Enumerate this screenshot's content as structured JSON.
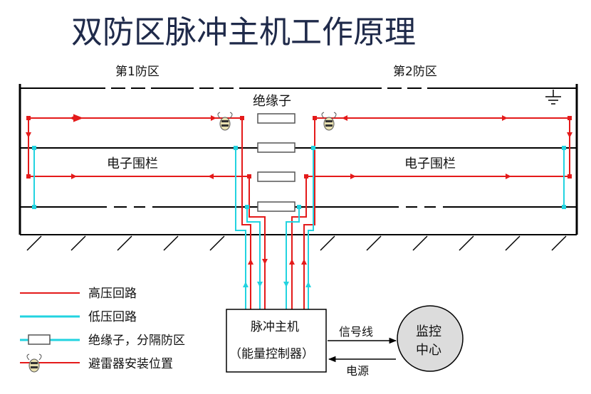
{
  "title": "双防区脉冲主机工作原理",
  "zones": {
    "zone1": "第1防区",
    "zone2": "第2防区"
  },
  "labels": {
    "insulator": "绝缘子",
    "fence_left": "电子围栏",
    "fence_right": "电子围栏"
  },
  "host": {
    "line1": "脉冲主机",
    "line2": "（能量控制器）"
  },
  "center": {
    "line1": "监控",
    "line2": "中心"
  },
  "connections": {
    "signal": "信号线",
    "power": "电源"
  },
  "legend": [
    {
      "type": "high-voltage",
      "label": "高压回路"
    },
    {
      "type": "low-voltage",
      "label": "低压回路"
    },
    {
      "type": "insulator",
      "label": "绝缘子，分隔防区"
    },
    {
      "type": "arrester",
      "label": "避雷器安装位置"
    }
  ],
  "colors": {
    "high": "#e41a1a",
    "low": "#22d3e0",
    "wire": "#000000",
    "title": "#1f2a4a"
  },
  "icons": {
    "ground": "ground-icon",
    "arrester": "lightning-arrester-icon"
  }
}
